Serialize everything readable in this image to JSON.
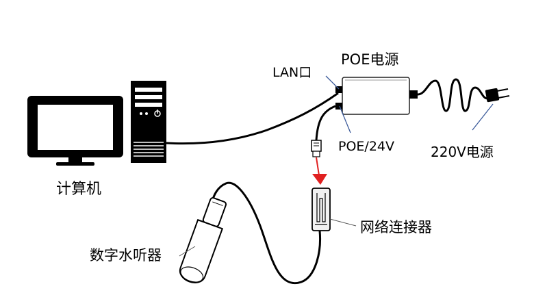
{
  "labels": {
    "computer": "计算机",
    "lan_port": "LAN口",
    "poe_power": "POE电源",
    "poe_24v": "POE/24V",
    "power_220v": "220V电源",
    "network_connector": "网络连接器",
    "hydrophone": "数字水听器"
  },
  "colors": {
    "stroke": "#000000",
    "pointer_line": "#3b5a9a",
    "arrow": "#e02020",
    "device_fill": "#ffffff",
    "connector_fill": "#f2f2f2"
  }
}
